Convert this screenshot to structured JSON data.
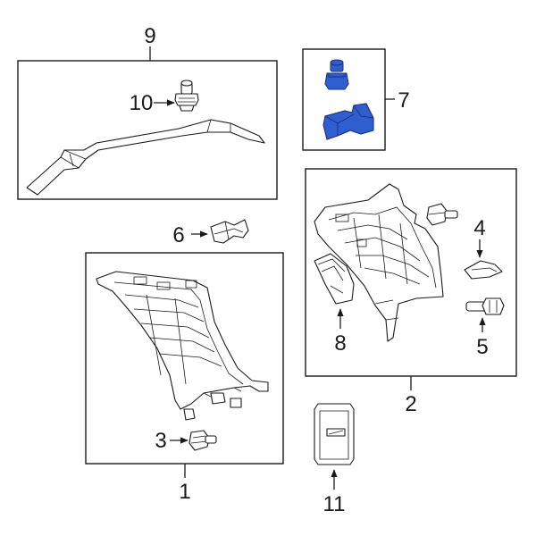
{
  "callouts": {
    "c1": "1",
    "c2": "2",
    "c3": "3",
    "c4": "4",
    "c5": "5",
    "c6": "6",
    "c7": "7",
    "c8": "8",
    "c9": "9",
    "c10": "10",
    "c11": "11"
  },
  "colors": {
    "line": "#1a1a1a",
    "highlight_fill": "#2f5fcf",
    "highlight_stroke": "#1a2f7a",
    "background": "#ffffff"
  },
  "highlighted_part": "7"
}
